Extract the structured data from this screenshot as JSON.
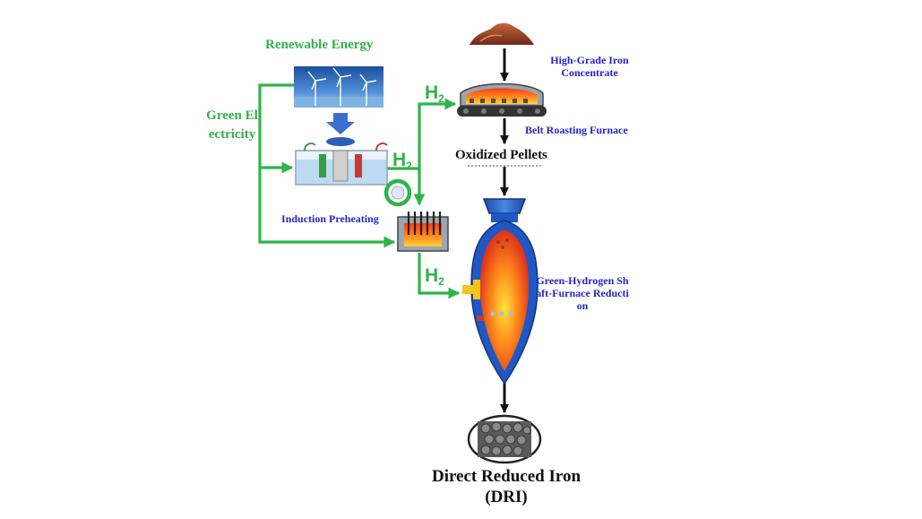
{
  "labels": {
    "renewable_energy": "Renewable Energy",
    "green_electricity": "Green Electricity",
    "induction_preheating": "Induction Preheating",
    "iron_concentrate": "High-Grade Iron Concentrate",
    "belt_roasting": "Belt Roasting Furnace",
    "oxidized_pellets": "Oxidized Pellets",
    "shaft_furnace": "Green-Hydrogen Shaft-Furnace Reduction",
    "dri_line1": "Direct Reduced Iron",
    "dri_line2": "(DRI)"
  },
  "hydrogen": {
    "symbol": "H",
    "subscript": "2"
  },
  "icons": [
    "wind-turbine-icon",
    "electrolyzer-icon",
    "ore-pile-icon",
    "belt-furnace-icon",
    "induction-heater-icon",
    "shaft-furnace-icon",
    "dri-pellets-icon"
  ],
  "colors": {
    "flow_green": "#2fb34a",
    "label_blue": "#2424c8",
    "arrow_black": "#111111",
    "furnace_blue": "#1f57c4",
    "furnace_red": "#e02b1c",
    "furnace_yellow": "#f5c518"
  }
}
